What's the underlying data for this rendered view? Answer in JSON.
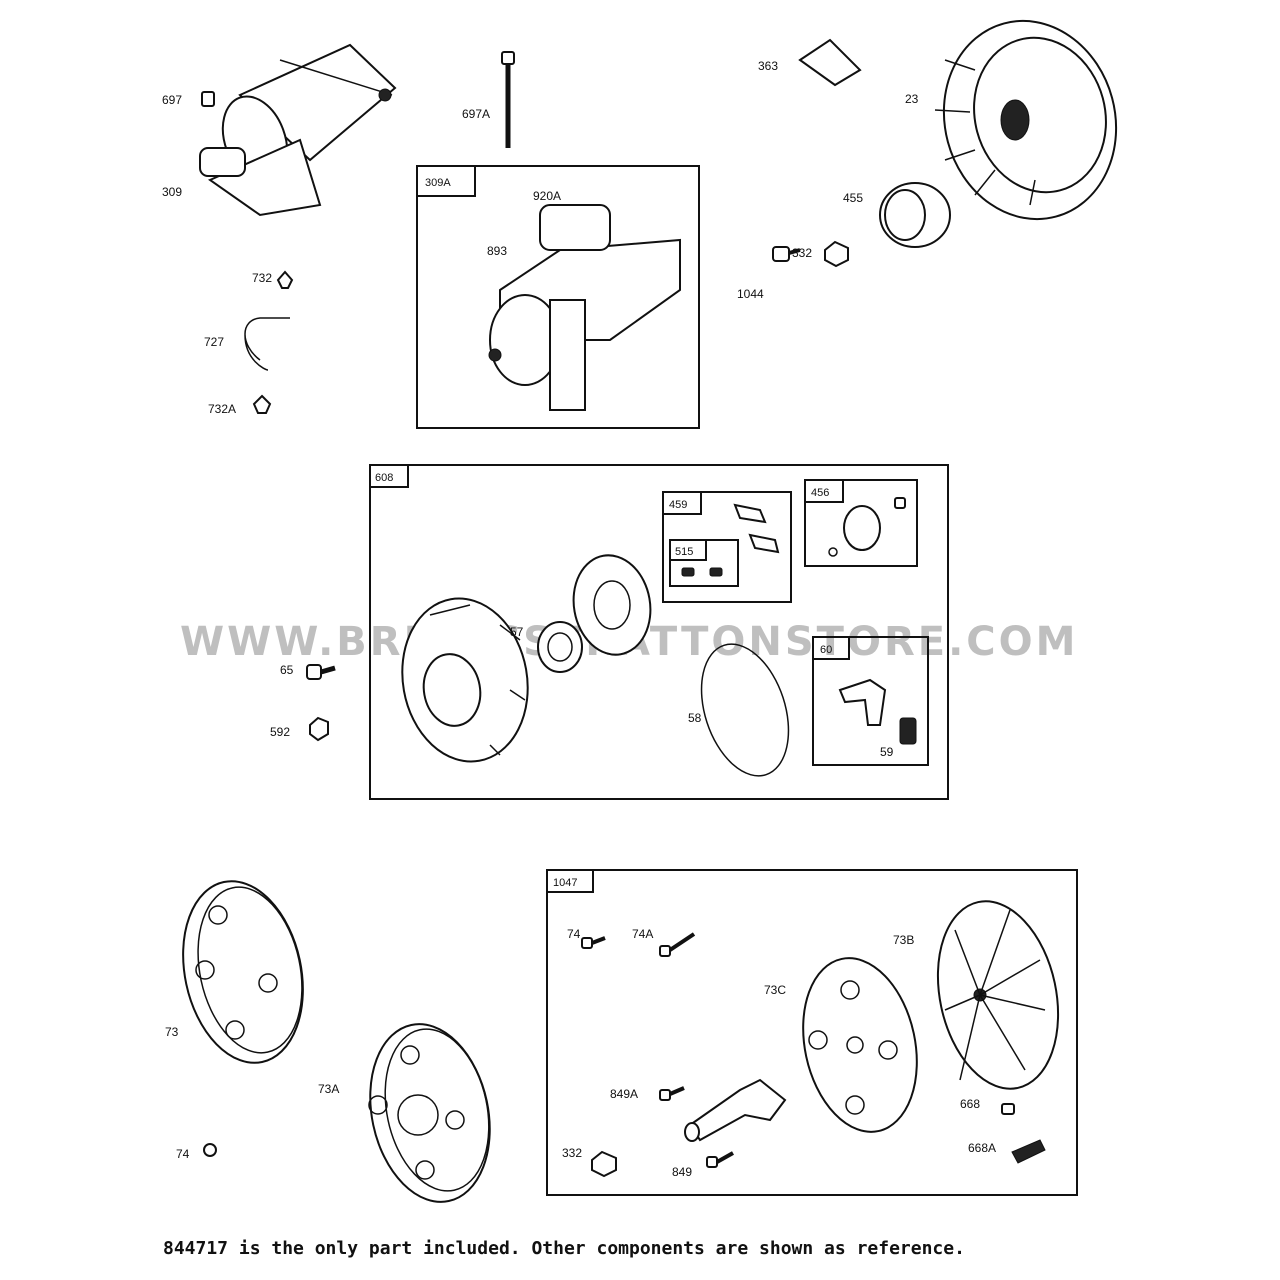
{
  "watermark": "WWW.BRIGGSSTRATTONSTORE.COM",
  "footer_note": "844717 is the only part included. Other components are shown as reference.",
  "boxes": {
    "b309A": "309A",
    "b608": "608",
    "b459": "459",
    "b515": "515",
    "b456": "456",
    "b60": "60",
    "b1047": "1047"
  },
  "labels": {
    "p697": "697",
    "p309": "309",
    "p697A": "697A",
    "p920A": "920A",
    "p893": "893",
    "p363": "363",
    "p23": "23",
    "p455": "455",
    "p332a": "332",
    "p1044": "1044",
    "p732": "732",
    "p727": "727",
    "p732A": "732A",
    "p57": "57",
    "p65": "65",
    "p592": "592",
    "p58": "58",
    "p59": "59",
    "p73": "73",
    "p73A": "73A",
    "p74a": "74",
    "p74b": "74",
    "p74A": "74A",
    "p73B": "73B",
    "p73C": "73C",
    "p849A": "849A",
    "p849": "849",
    "p332b": "332",
    "p668": "668",
    "p668A": "668A"
  }
}
